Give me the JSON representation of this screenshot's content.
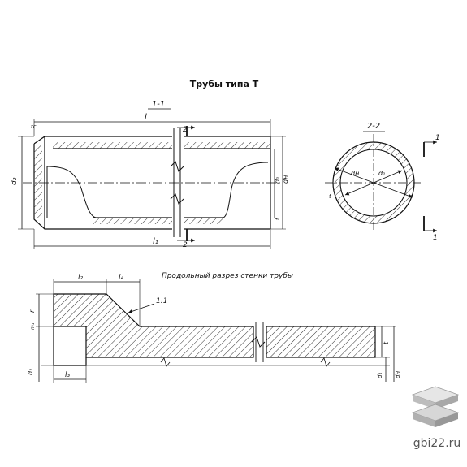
{
  "title": "Трубы типа Т",
  "section_1_1": "1-1",
  "section_2_2": "2-2",
  "profile_caption": "Продольный разрез стенки трубы",
  "slope": "1:1",
  "dims": {
    "l": "l",
    "l1": "l₁",
    "d2": "d₂",
    "d1": "d₁",
    "dH": "dн",
    "t": "t",
    "cut2": "2",
    "cut1": "1",
    "l2": "l₂",
    "l3": "l₃",
    "l4": "l₄",
    "r": "r",
    "ts": "tс",
    "m1": "m₁"
  },
  "watermark": {
    "text": "gbi22.ru",
    "icon": "stacked-slabs-icon"
  },
  "colors": {
    "line": "#111111",
    "hatch": "#333333",
    "watermark": "#8a8a8a"
  }
}
